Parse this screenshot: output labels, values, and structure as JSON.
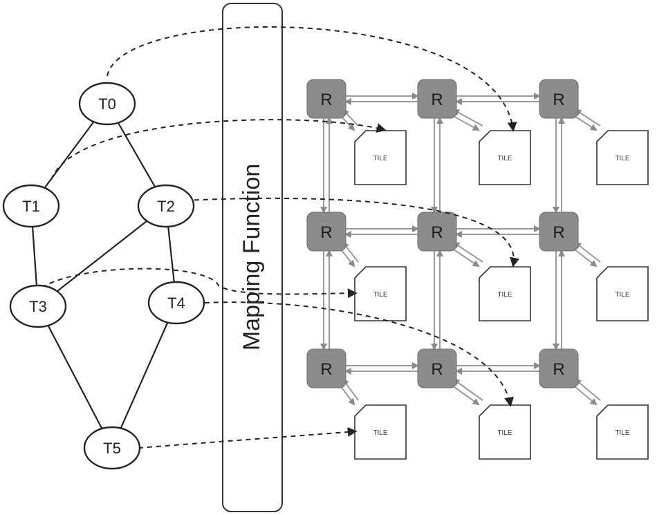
{
  "task_graph": {
    "tasks": [
      {
        "id": "T0",
        "label": "T0"
      },
      {
        "id": "T1",
        "label": "T1"
      },
      {
        "id": "T2",
        "label": "T2"
      },
      {
        "id": "T3",
        "label": "T3"
      },
      {
        "id": "T4",
        "label": "T4"
      },
      {
        "id": "T5",
        "label": "T5"
      }
    ],
    "edges": [
      [
        "T0",
        "T1"
      ],
      [
        "T0",
        "T2"
      ],
      [
        "T1",
        "T3"
      ],
      [
        "T2",
        "T3"
      ],
      [
        "T2",
        "T4"
      ],
      [
        "T3",
        "T5"
      ],
      [
        "T4",
        "T5"
      ]
    ]
  },
  "mapping_function": {
    "label": "Mapping Function"
  },
  "noc": {
    "rows": 3,
    "cols": 3,
    "router_label": "R",
    "tile_label": "TILE"
  },
  "mappings": [
    {
      "task": "T0",
      "tile": [
        0,
        1
      ]
    },
    {
      "task": "T1",
      "tile": [
        0,
        0
      ]
    },
    {
      "task": "T2",
      "tile": [
        1,
        1
      ]
    },
    {
      "task": "T3",
      "tile": [
        1,
        0
      ]
    },
    {
      "task": "T4",
      "tile": [
        2,
        1
      ]
    },
    {
      "task": "T5",
      "tile": [
        2,
        0
      ]
    }
  ],
  "colors": {
    "router_fill": "#8c8c8c",
    "link": "#9a9a9a",
    "stroke": "#222222",
    "tile_fill": "#ffffff"
  }
}
